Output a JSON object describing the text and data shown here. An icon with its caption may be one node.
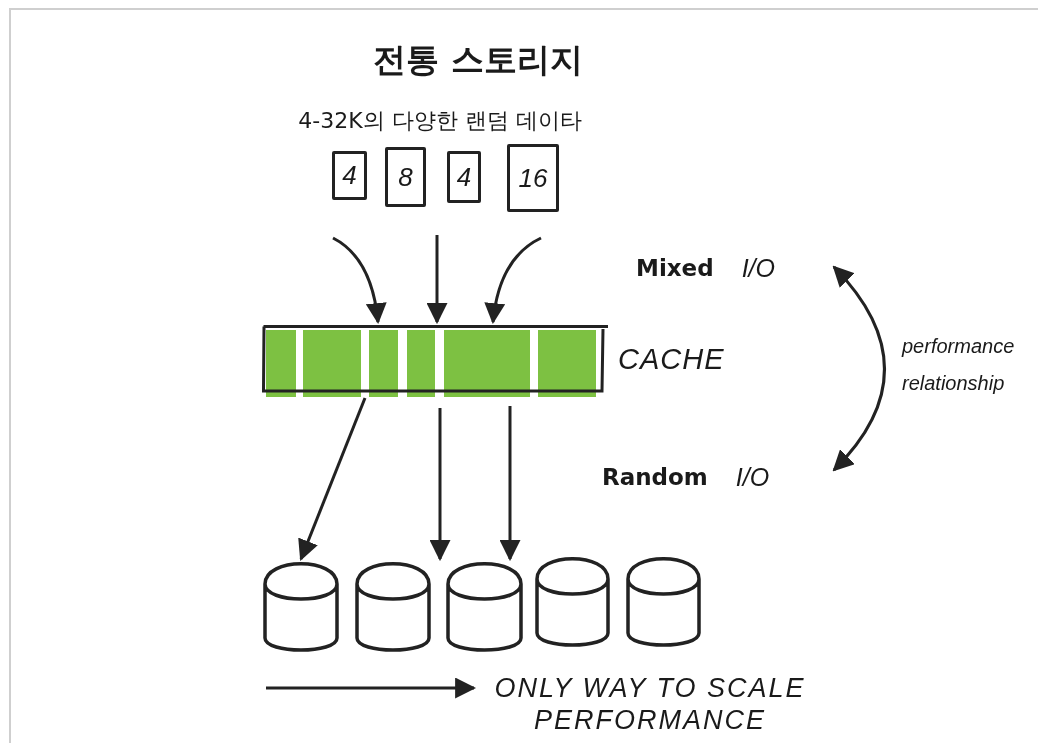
{
  "diagram": {
    "title": "전통 스토리지",
    "nodes": [
      {
        "text": [
          "4"
        ]
      },
      {
        "text": [
          "8"
        ]
      },
      {
        "text": [
          "4"
        ]
      },
      {
        "text": [
          "16"
        ]
      },
      {
        "text": [],
        "shape": "box",
        "beside": [
          "CACHE"
        ]
      },
      {
        "text": [],
        "shape": "cylinder"
      },
      {
        "text": [],
        "shape": "cylinder"
      },
      {
        "text": [],
        "shape": "cylinder"
      },
      {
        "text": [],
        "shape": "cylinder"
      },
      {
        "text": [],
        "shape": "cylinder"
      },
      {
        "text": [
          "Mixed",
          "I/O"
        ]
      },
      {
        "text": [
          "Random",
          "I/O"
        ]
      }
    ],
    "edges": [
      {
        "from": null,
        "to": 4,
        "arrow": "to"
      },
      {
        "from": null,
        "to": 4,
        "arrow": "to"
      },
      {
        "from": null,
        "to": 4,
        "arrow": "to"
      },
      {
        "from": 4,
        "to": 5,
        "arrow": "to"
      },
      {
        "from": 4,
        "to": 6,
        "arrow": "to"
      },
      {
        "from": 4,
        "to": 7,
        "arrow": "to"
      },
      {
        "from": 10,
        "to": 11,
        "arrow": "both",
        "label": "performance relationship"
      }
    ],
    "labels": [
      "4-32K의 다양한 랜덤 데이타",
      "ONLY WAY TO SCALE PERFORMANCE"
    ]
  }
}
